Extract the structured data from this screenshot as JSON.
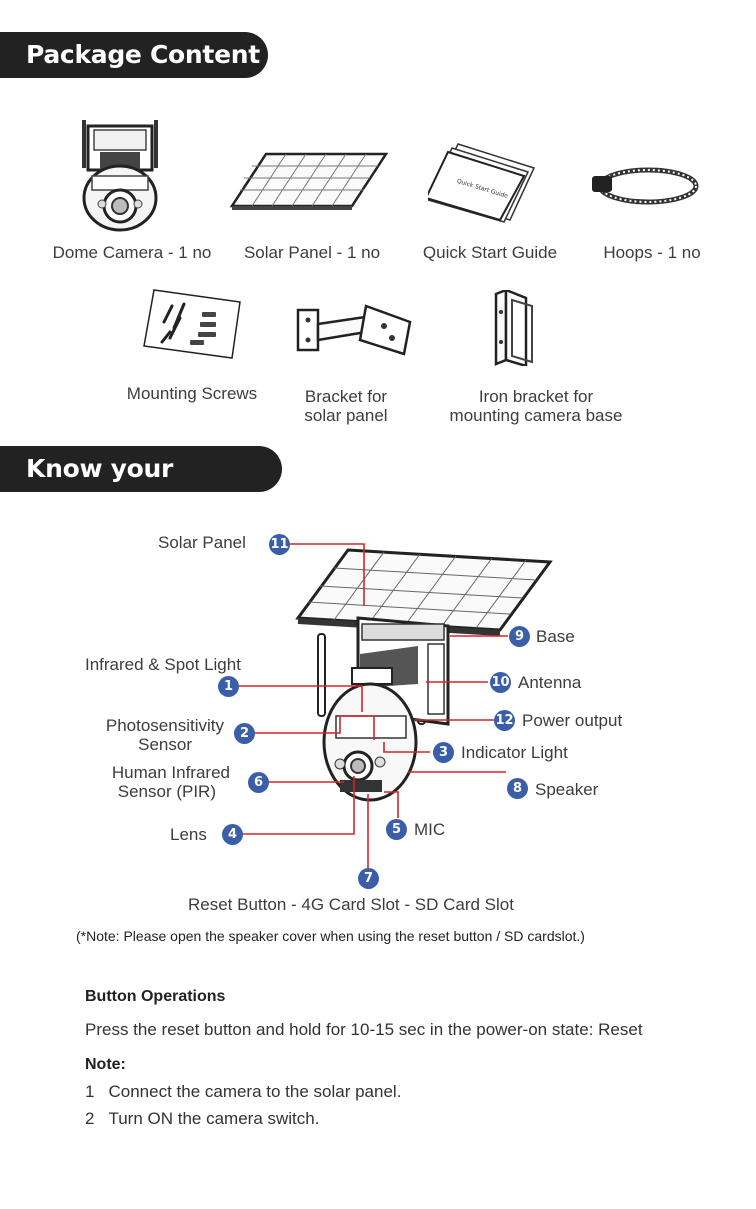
{
  "package_section": {
    "title": "Package Content",
    "items": [
      {
        "label": "Dome Camera - 1 no",
        "icon": "dome-camera-icon"
      },
      {
        "label": "Solar Panel - 1 no",
        "icon": "solar-panel-icon"
      },
      {
        "label": "Quick Start Guide",
        "icon": "quick-start-guide-icon",
        "booklet_text": "Quick Start Guide"
      },
      {
        "label": "Hoops - 1 no",
        "icon": "hoop-clamp-icon"
      },
      {
        "label": "Mounting Screws",
        "icon": "screws-icon"
      },
      {
        "label_lines": [
          "Bracket for",
          "solar panel"
        ],
        "icon": "solar-bracket-icon"
      },
      {
        "label_lines": [
          "Iron bracket for",
          "mounting camera base"
        ],
        "icon": "iron-bracket-icon"
      }
    ]
  },
  "product_section": {
    "title": "Know your Product",
    "callouts": [
      {
        "num": "11",
        "label": "Solar Panel"
      },
      {
        "num": "1",
        "label": "Infrared & Spot Light"
      },
      {
        "num": "2",
        "label_lines": [
          "Photosensitivity",
          "Sensor"
        ]
      },
      {
        "num": "6",
        "label_lines": [
          "Human Infrared",
          "Sensor (PIR)"
        ]
      },
      {
        "num": "4",
        "label": "Lens"
      },
      {
        "num": "9",
        "label": "Base"
      },
      {
        "num": "10",
        "label": "Antenna"
      },
      {
        "num": "12",
        "label": "Power output"
      },
      {
        "num": "3",
        "label": "Indicator Light"
      },
      {
        "num": "8",
        "label": "Speaker"
      },
      {
        "num": "5",
        "label": "MIC"
      },
      {
        "num": "7",
        "label": "Reset Button - 4G Card Slot - SD Card Slot"
      }
    ],
    "note": "(*Note: Please open the speaker cover when using the reset button / SD cardslot.)",
    "colors": {
      "badge": "#3a5ea8",
      "leader": "#d6242a"
    }
  },
  "button_operations": {
    "title": "Button Operations",
    "text": "Press the reset button and hold for 10-15 sec in the power-on state: Reset"
  },
  "notes": {
    "title": "Note:",
    "items": [
      {
        "num": "1",
        "text": "Connect the camera to the solar panel."
      },
      {
        "num": "2",
        "text": "Turn ON the camera switch."
      }
    ]
  }
}
